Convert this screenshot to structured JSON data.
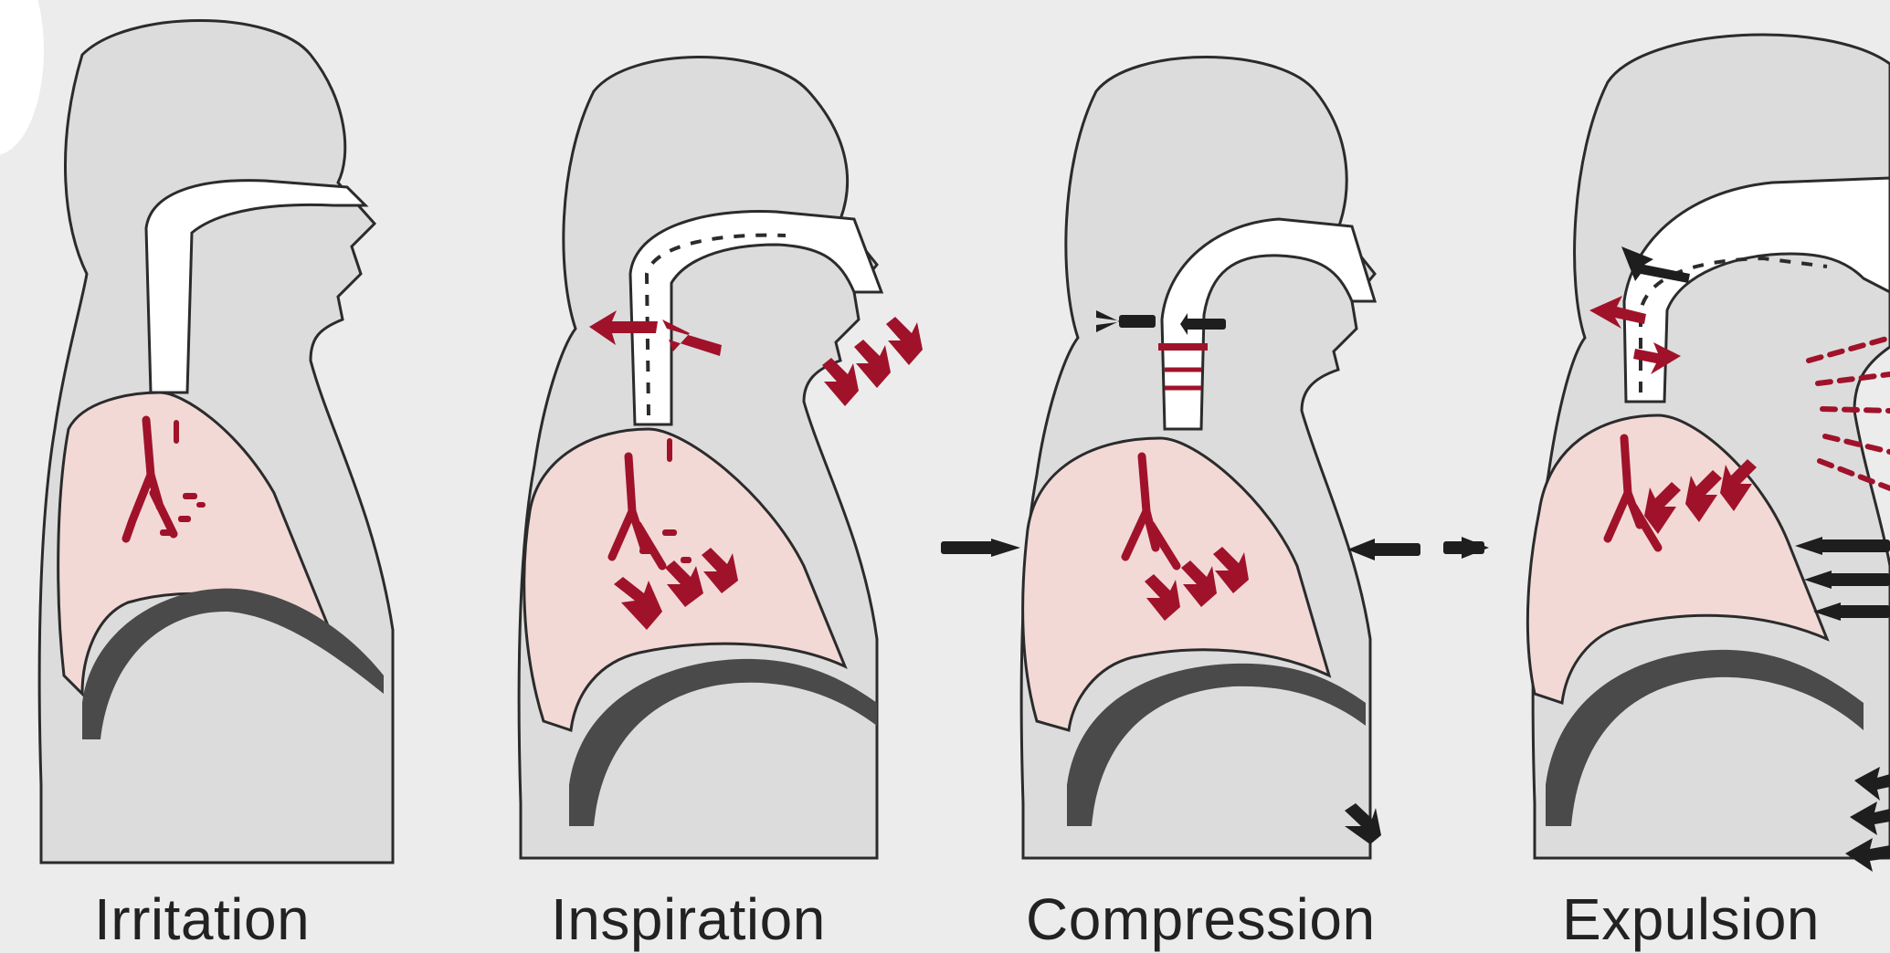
{
  "colors": {
    "background": "#ececec",
    "body_fill": "#dcdcdc",
    "outline": "#2b2b2b",
    "airway_fill": "#ffffff",
    "lung_fill": "#f2d9d6",
    "arrow_red": "#a0122a",
    "arrow_dark": "#1e1e1e",
    "diaphragm": "#4a4a4a"
  },
  "stages": [
    {
      "label": "Irritation",
      "icon": "irritation-stage-figure"
    },
    {
      "label": "Inspiration",
      "icon": "inspiration-stage-figure"
    },
    {
      "label": "Compression",
      "icon": "compression-stage-figure"
    },
    {
      "label": "Expulsion",
      "icon": "expulsion-stage-figure"
    }
  ]
}
